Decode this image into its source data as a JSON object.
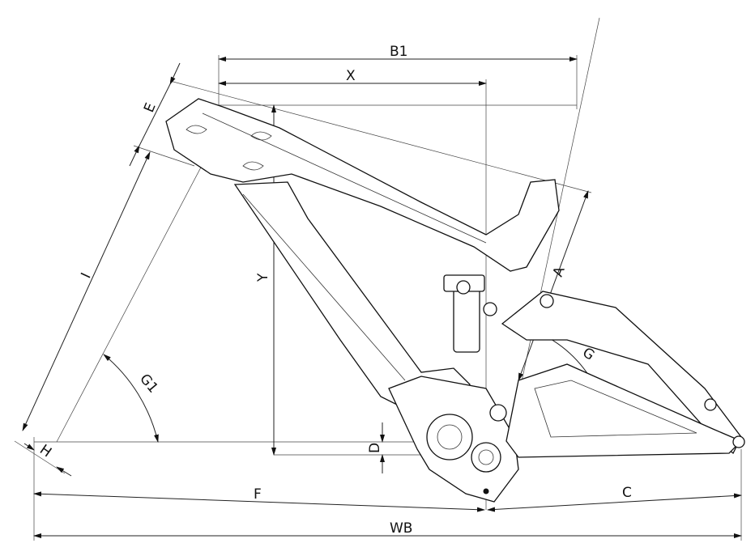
{
  "diagram": {
    "type": "bicycle frame geometry drawing",
    "dimensions": {
      "B1": "B1",
      "X": "X",
      "E": "E",
      "I": "I",
      "Y": "Y",
      "A": "A",
      "G": "G",
      "G1": "G1",
      "D": "D",
      "H": "H",
      "F": "F",
      "C": "C",
      "WB": "WB"
    }
  }
}
